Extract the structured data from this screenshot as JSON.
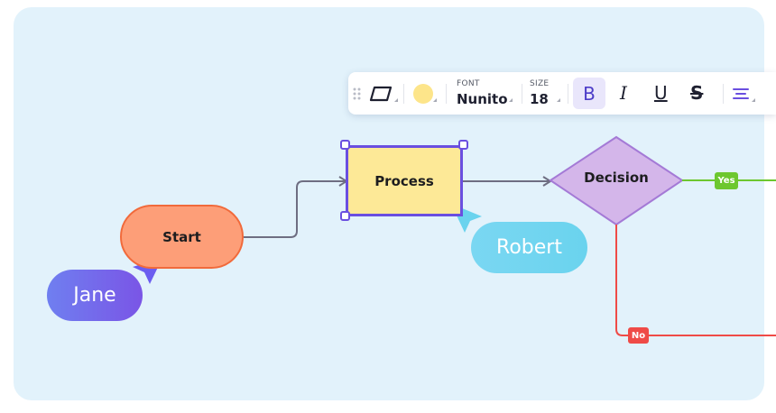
{
  "nodes": {
    "start": "Start",
    "process": "Process",
    "decision": "Decision"
  },
  "branches": {
    "yes": "Yes",
    "no": "No"
  },
  "cursors": {
    "jane": "Jane",
    "robert": "Robert"
  },
  "toolbar": {
    "font_caption": "FONT",
    "font_value": "Nunito",
    "size_caption": "SIZE",
    "size_value": "18",
    "bold_label": "B",
    "italic_label": "I",
    "underline_label": "U",
    "strike_label": "S"
  },
  "colors": {
    "board_bg": "#e2f2fb",
    "start_fill": "#fd9e78",
    "process_fill": "#fde997",
    "decision_fill": "#d4b6ea",
    "selection": "#6a4fe0",
    "yes_line": "#6dc72f",
    "no_line": "#ef4b47",
    "jane_cursor": "#6b5df0",
    "robert_cursor": "#6ad3ee"
  },
  "icons": {
    "drag": "drag-handle-icon",
    "shape": "parallelogram-shape-icon",
    "fill": "fill-color-icon",
    "align": "align-center-icon"
  }
}
